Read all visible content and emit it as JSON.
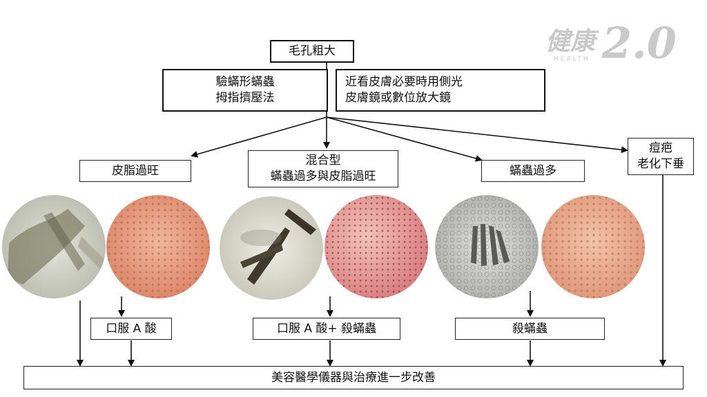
{
  "root": "毛孔粗大",
  "method_left": [
    "驗蟎形蟎蟲",
    "拇指擠壓法"
  ],
  "method_right": [
    "近看皮膚必要時用側光",
    "皮膚鏡或數位放大鏡"
  ],
  "categories": {
    "oily": "皮脂過旺",
    "mixed": [
      "混合型",
      "蟎蟲過多與皮脂過旺"
    ],
    "mite": "蟎蟲過多",
    "aging": [
      "痘疤",
      "老化下垂"
    ]
  },
  "treatments": {
    "oily": "口服 A 酸",
    "mixed": "口服 A 酸+ 殺蟎蟲",
    "mite": "殺蟎蟲"
  },
  "final": "美容醫學儀器與治療進一步改善",
  "logo": {
    "text": "健康",
    "number": "2.0",
    "sub": "HEALTH",
    "color": "#c9c9c9"
  }
}
